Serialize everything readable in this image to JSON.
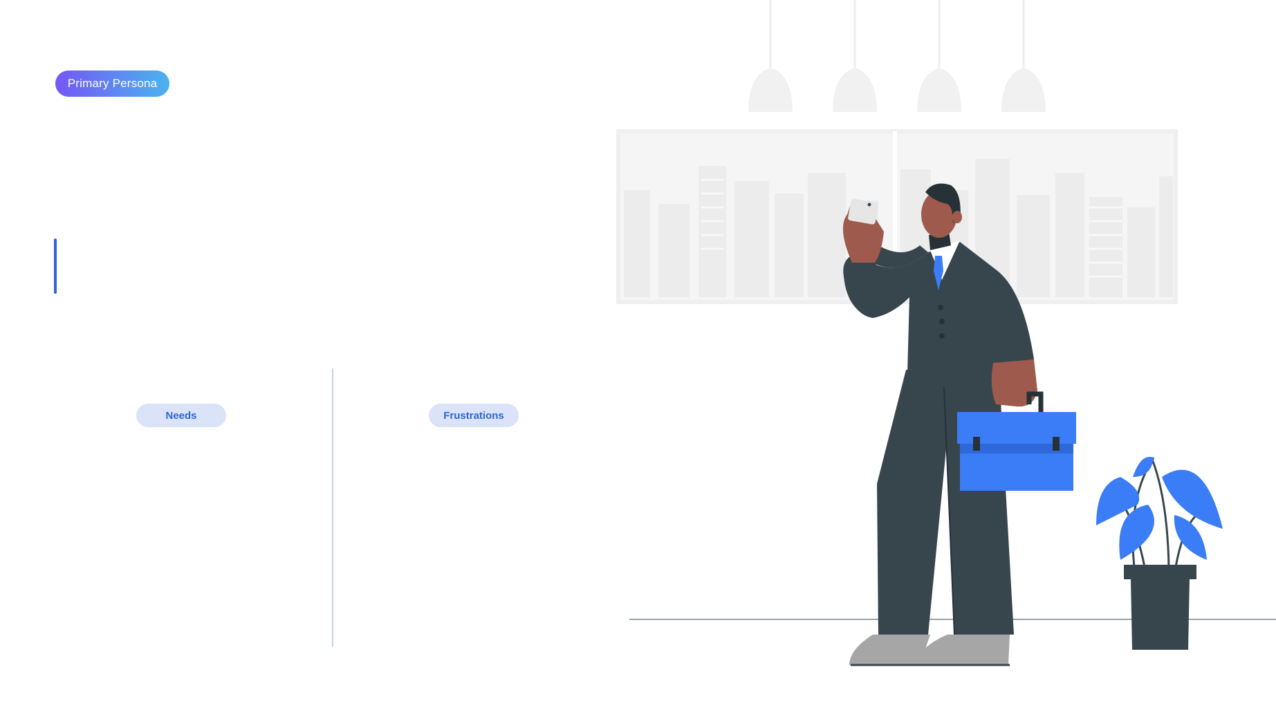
{
  "persona": {
    "badge_label": "Primary Persona"
  },
  "sections": [
    {
      "label": "Needs"
    },
    {
      "label": "Frustrations"
    }
  ],
  "colors": {
    "badge_gradient_start": "#7457f5",
    "badge_gradient_end": "#4ab3ef",
    "accent": "#2f64d8",
    "tag_bg": "#dae3f8",
    "tag_text": "#2f64d8",
    "illustration_blue": "#3b7cf7",
    "suit": "#37464c",
    "skin": "#9e5a4c",
    "background_light": "#f4f4f4"
  },
  "illustration": {
    "subject": "businessman-with-phone-and-briefcase",
    "elements": [
      "pendant-lamp-icon",
      "city-skyline-window",
      "briefcase-icon",
      "potted-plant-icon"
    ]
  }
}
